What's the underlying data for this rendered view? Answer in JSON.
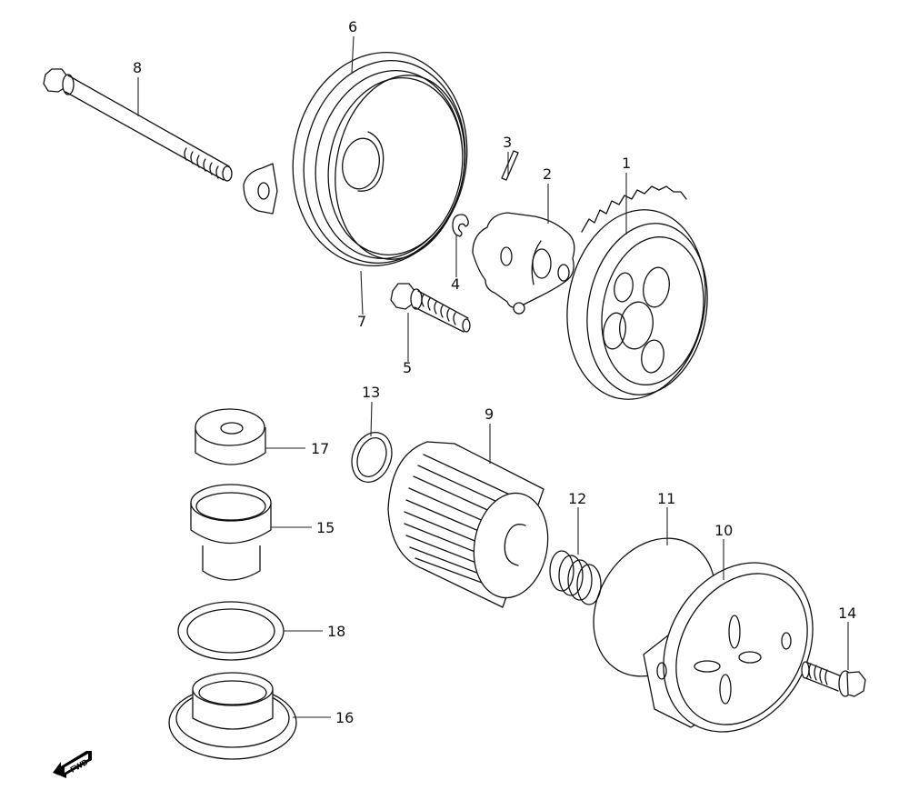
{
  "diagram": {
    "type": "exploded-parts-diagram",
    "subject": "oil pump and oil filter assembly",
    "direction_indicator": "FWD",
    "parts": [
      {
        "number": "1",
        "name": "gear"
      },
      {
        "number": "2",
        "name": "oil-pump"
      },
      {
        "number": "3",
        "name": "pin"
      },
      {
        "number": "4",
        "name": "e-clip"
      },
      {
        "number": "5",
        "name": "bolt"
      },
      {
        "number": "6",
        "name": "cover"
      },
      {
        "number": "7",
        "name": "o-ring"
      },
      {
        "number": "8",
        "name": "long-bolt"
      },
      {
        "number": "9",
        "name": "oil-filter"
      },
      {
        "number": "10",
        "name": "filter-cap"
      },
      {
        "number": "11",
        "name": "o-ring"
      },
      {
        "number": "12",
        "name": "spring"
      },
      {
        "number": "13",
        "name": "o-ring"
      },
      {
        "number": "14",
        "name": "bolt"
      },
      {
        "number": "15",
        "name": "strainer-sleeve"
      },
      {
        "number": "16",
        "name": "plug-cap"
      },
      {
        "number": "17",
        "name": "cap"
      },
      {
        "number": "18",
        "name": "gasket"
      }
    ]
  },
  "labels": {
    "p1": "1",
    "p2": "2",
    "p3": "3",
    "p4": "4",
    "p5": "5",
    "p6": "6",
    "p7": "7",
    "p8": "8",
    "p9": "9",
    "p10": "10",
    "p11": "11",
    "p12": "12",
    "p13": "13",
    "p14": "14",
    "p15": "15",
    "p16": "16",
    "p17": "17",
    "p18": "18",
    "fwd": "FWD"
  }
}
